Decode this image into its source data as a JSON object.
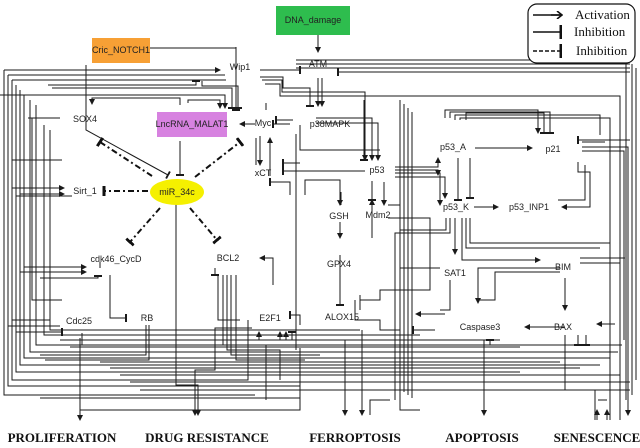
{
  "legend": {
    "items": [
      {
        "type": "activation",
        "label": "Activation"
      },
      {
        "type": "inhibition",
        "label": "Inhibition"
      },
      {
        "type": "inhibition-dashed",
        "label": "Inhibition"
      }
    ]
  },
  "colors": {
    "dna_damage": "#2ebd4e",
    "cric_notch1": "#f7a035",
    "lncrna_malat1": "#d782e0",
    "mir_34c": "#f5f000",
    "line": "#1a1a1a"
  },
  "nodes": {
    "dna_damage": "DNA_damage",
    "cric_notch1": "Cric_NOTCH1",
    "lncrna_malat1": "LncRNA_MALAT1",
    "mir_34c": "miR_34c",
    "atm": "ATM",
    "wip1": "Wip1",
    "sox4": "SOX4",
    "myc": "Myc",
    "p38mapk": "p38MAPK",
    "p53_a": "p53_A",
    "p21": "p21",
    "p53": "p53",
    "xct": "xCT",
    "sirt_1": "Sirt_1",
    "gsh": "GSH",
    "mdm2": "Mdm2",
    "p53_k": "p53_K",
    "p53_inp1": "p53_INP1",
    "gpx4": "GPX4",
    "sat1": "SAT1",
    "bim": "BIM",
    "cdk46_cycd": "cdk46_CycD",
    "bcl2": "BCL2",
    "cdc25": "Cdc25",
    "rb": "RB",
    "e2f1": "E2F1",
    "alox15": "ALOX15",
    "caspase3": "Caspase3",
    "bax": "BAX"
  },
  "outcomes": {
    "proliferation": "PROLIFERATION",
    "drug_resistance": "DRUG RESISTANCE",
    "ferroptosis": "FERROPTOSIS",
    "apoptosis": "APOPTOSIS",
    "senescence": "SENESCENCE"
  },
  "edges": [
    {
      "from": "DNA_damage",
      "to": "ATM",
      "type": "activation"
    },
    {
      "from": "miR_34c",
      "to": "SOX4",
      "type": "inhibition-dashed"
    },
    {
      "from": "miR_34c",
      "to": "Myc",
      "type": "inhibition-dashed"
    },
    {
      "from": "miR_34c",
      "to": "Sirt_1",
      "type": "inhibition-dashed"
    },
    {
      "from": "miR_34c",
      "to": "cdk46_CycD",
      "type": "inhibition-dashed"
    },
    {
      "from": "miR_34c",
      "to": "BCL2",
      "type": "inhibition-dashed"
    },
    {
      "from": "Myc",
      "to": "LncRNA_MALAT1",
      "type": "activation"
    },
    {
      "from": "LncRNA_MALAT1",
      "to": "miR_34c",
      "type": "inhibition"
    },
    {
      "from": "Cric_NOTCH1",
      "to": "miR_34c",
      "type": "inhibition"
    },
    {
      "from": "Myc",
      "to": "Cric_NOTCH1",
      "type": "activation"
    },
    {
      "from": "p53_A",
      "to": "p21",
      "type": "activation"
    },
    {
      "from": "p53_K",
      "to": "p53_INP1",
      "type": "activation"
    },
    {
      "from": "p53",
      "to": "Mdm2",
      "type": "activation"
    },
    {
      "from": "Mdm2",
      "to": "p53",
      "type": "inhibition"
    },
    {
      "from": "GSH",
      "to": "GPX4",
      "type": "activation"
    },
    {
      "from": "GPX4",
      "to": "ALOX15",
      "type": "inhibition"
    },
    {
      "from": "BIM",
      "to": "BAX",
      "type": "activation"
    },
    {
      "from": "BAX",
      "to": "Caspase3",
      "type": "activation"
    },
    {
      "from": "E2F1",
      "to": "BCL2",
      "type": "activation"
    },
    {
      "from": "cdk46_CycD",
      "to": "RB",
      "type": "inhibition"
    },
    {
      "from": "p53_A",
      "to": "p53_K",
      "type": "activation"
    },
    {
      "from": "p53_K",
      "to": "SAT1",
      "type": "activation"
    },
    {
      "from": "Myc",
      "to": "xCT",
      "type": "activation"
    },
    {
      "from": "xCT",
      "to": "Myc",
      "type": "activation"
    }
  ]
}
